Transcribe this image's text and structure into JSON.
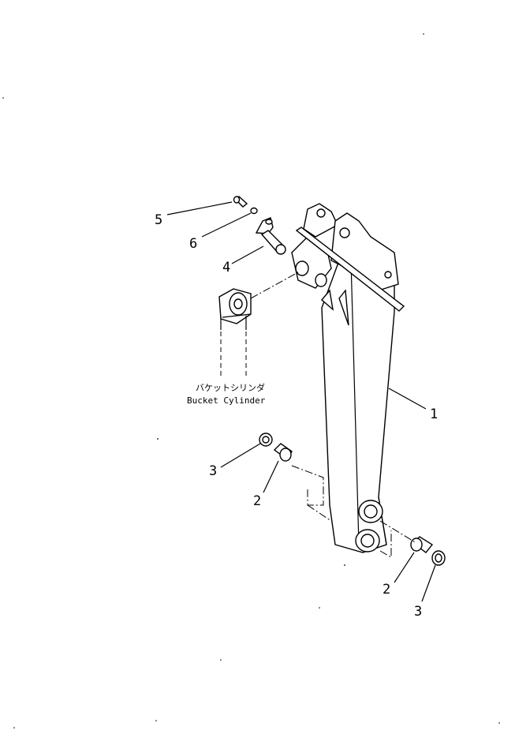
{
  "callouts": {
    "arm": "1",
    "bushing_left": "2",
    "bushing_right": "2",
    "seal_left": "3",
    "seal_right": "3",
    "pin": "4",
    "bolt": "5",
    "washer": "6"
  },
  "cylinder": {
    "label_jp": "バケットシリンダ",
    "label_en": "Bucket Cylinder"
  }
}
